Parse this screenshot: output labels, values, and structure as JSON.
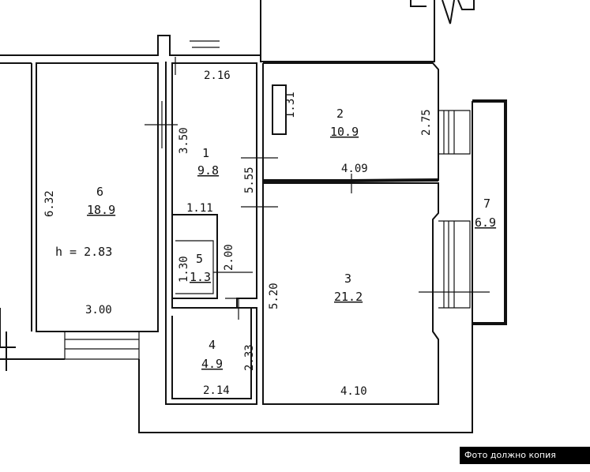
{
  "rooms": [
    {
      "id": "1",
      "number": "1",
      "area": "9.8"
    },
    {
      "id": "2",
      "number": "2",
      "area": "10.9"
    },
    {
      "id": "3",
      "number": "3",
      "area": "21.2"
    },
    {
      "id": "4",
      "number": "4",
      "area": "4.9"
    },
    {
      "id": "5",
      "number": "5",
      "area": "1.3"
    },
    {
      "id": "6",
      "number": "6",
      "area": "18.9"
    },
    {
      "id": "7",
      "number": "7",
      "area": "6.9"
    }
  ],
  "ceiling_height": "h = 2.83",
  "dimensions": {
    "d216": "2.16",
    "d350": "3.50",
    "d131": "1.31",
    "d275": "2.75",
    "d632": "6.32",
    "d555": "5.55",
    "d409": "4.09",
    "d111": "1.11",
    "d200": "2.00",
    "d130": "1.30",
    "d520": "5.20",
    "d300": "3.00",
    "d233": "2.33",
    "d214": "2.14",
    "d410": "4.10"
  },
  "watermark": "Фото должно копия"
}
